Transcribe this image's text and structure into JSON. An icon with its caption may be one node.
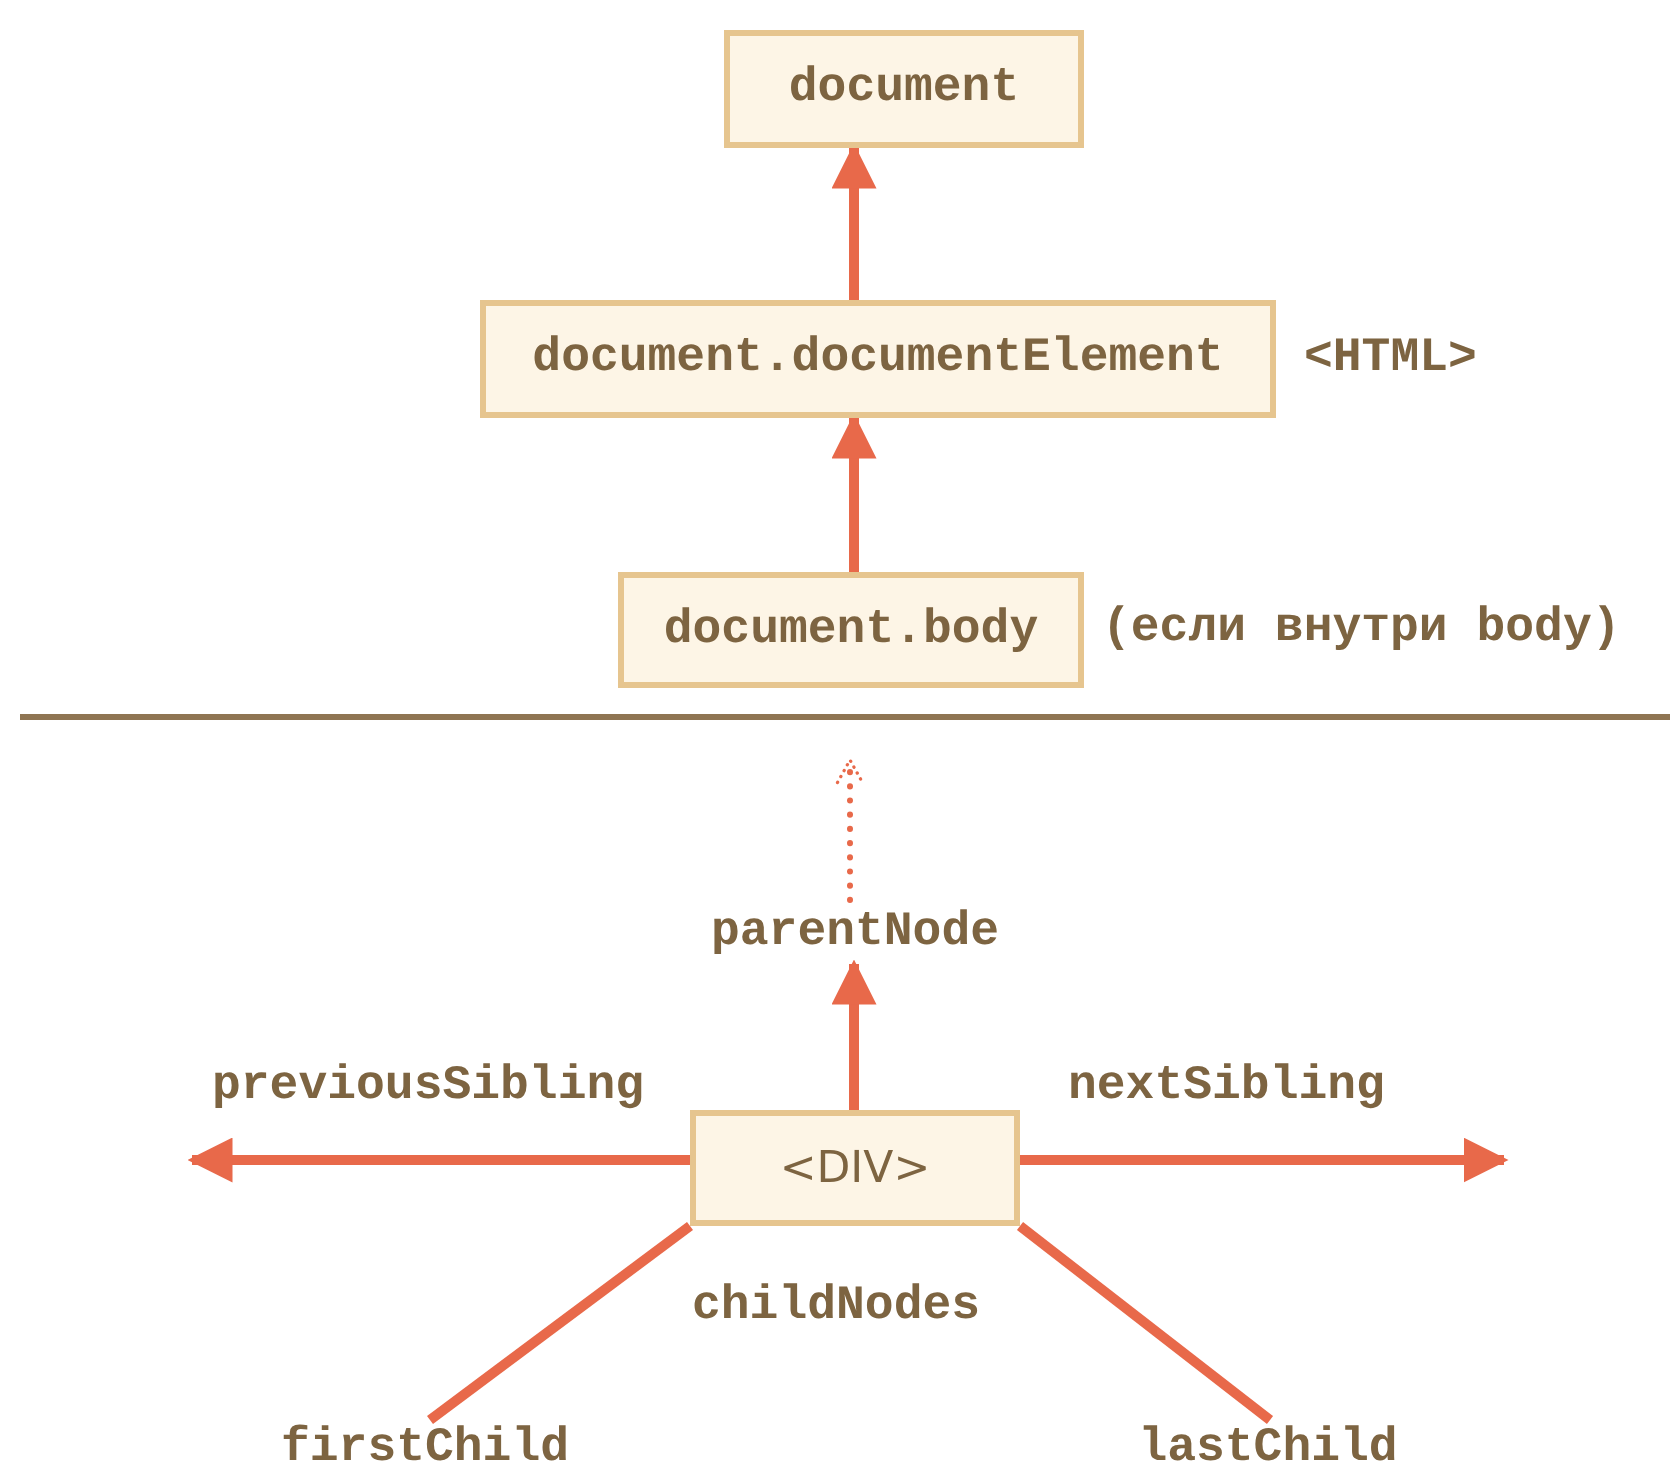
{
  "diagram": {
    "nodes": [
      {
        "text": [
          "document"
        ]
      },
      {
        "text": [
          "document.documentElement"
        ],
        "beside": [
          "<HTML>"
        ]
      },
      {
        "text": [
          "document.body"
        ],
        "beside": [
          "(если внутри body)"
        ]
      },
      {
        "text": [
          "<DIV>"
        ]
      },
      {
        "text": [
          "parentNode"
        ]
      },
      {
        "text": [
          "firstChild"
        ]
      },
      {
        "text": [
          "lastChild"
        ]
      }
    ],
    "edges": [
      {
        "from": 1,
        "to": 0,
        "arrow": "to"
      },
      {
        "from": 2,
        "to": 1,
        "arrow": "to"
      },
      {
        "from": 3,
        "to": 4,
        "arrow": "to"
      },
      {
        "from": 4,
        "to": null,
        "arrow": "to",
        "style": "dashed"
      },
      {
        "from": 3,
        "to": null,
        "arrow": "to",
        "label": "previousSibling"
      },
      {
        "from": 3,
        "to": null,
        "arrow": "to",
        "label": "nextSibling"
      },
      {
        "from": 3,
        "to": 5,
        "arrow": "none"
      },
      {
        "from": 3,
        "to": 6,
        "arrow": "none"
      }
    ],
    "labels": [
      "childNodes"
    ]
  }
}
